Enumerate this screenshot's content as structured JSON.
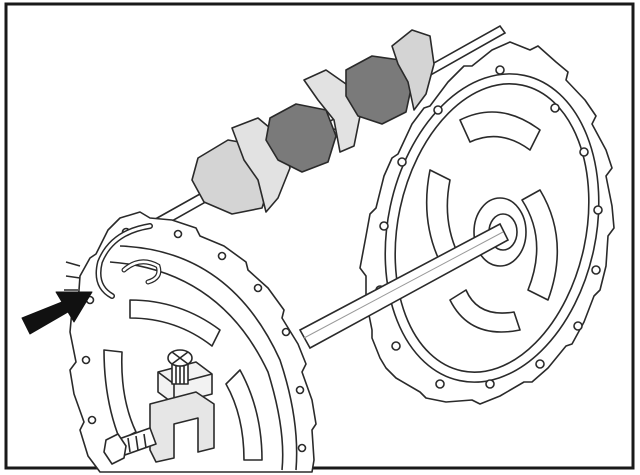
{
  "figure": {
    "subject": "rotisserie-skewer-assembly",
    "labels": [],
    "colors": {
      "background": "#ffffff",
      "frame": "#1a1a1a",
      "outline": "#2a2a2a",
      "light_food": "#d4d4d4",
      "dark_food": "#7a7a7a",
      "arrow": "#111111"
    },
    "icons": [
      "pointer-arrow-icon"
    ],
    "parts": [
      {
        "name": "back-wheel"
      },
      {
        "name": "front-wheel"
      },
      {
        "name": "spit-rod"
      },
      {
        "name": "skewer-rod"
      },
      {
        "name": "hook-clip"
      },
      {
        "name": "clamp-bracket"
      },
      {
        "name": "thumb-screw"
      },
      {
        "name": "food-pieces"
      }
    ]
  }
}
